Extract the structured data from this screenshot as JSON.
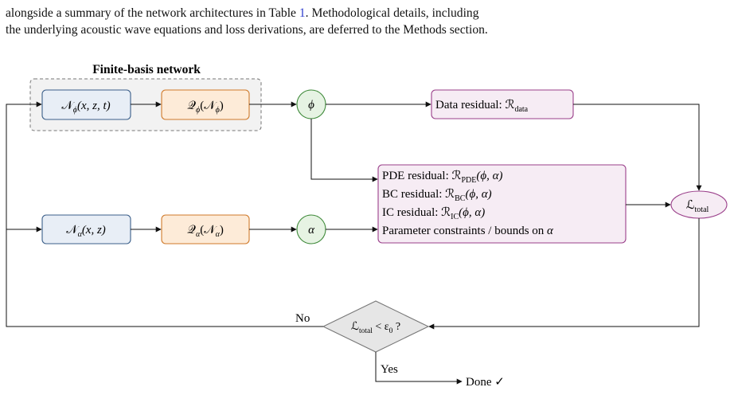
{
  "paragraph": {
    "line1_pre": "alongside a summary of the network architectures in Table ",
    "line1_ref": "1",
    "line1_post": ". Methodological details, including",
    "line2": "the underlying acoustic wave equations and loss derivations, are deferred to the Methods section."
  },
  "diagram": {
    "group_label": "Finite-basis network",
    "nodes": {
      "n_phi": "𝒩",
      "n_phi_sub": "ϕ",
      "n_phi_args": "(x, z, t)",
      "q_phi": "𝒬",
      "q_phi_sub": "ϕ",
      "q_phi_open": "(𝒩",
      "q_phi_inner_sub": "ϕ",
      "q_phi_close": ")",
      "phi": "ϕ",
      "n_alpha": "𝒩",
      "n_alpha_sub": "α",
      "n_alpha_args": "(x, z)",
      "q_alpha": "𝒬",
      "q_alpha_sub": "α",
      "q_alpha_open": "(𝒩",
      "q_alpha_inner_sub": "α",
      "q_alpha_close": ")",
      "alpha": "α",
      "loss": "ℒ",
      "loss_sub": "total"
    },
    "data_residual": {
      "label": "Data residual: ",
      "sym": "ℛ",
      "sub": "data"
    },
    "residuals": {
      "pde_label": "PDE residual: ",
      "pde_sym": "ℛ",
      "pde_sub": "PDE",
      "pde_args": "(ϕ, α)",
      "bc_label": "BC residual: ",
      "bc_sym": "ℛ",
      "bc_sub": "BC",
      "bc_args": "(ϕ, α)",
      "ic_label": "IC residual: ",
      "ic_sym": "ℛ",
      "ic_sub": "IC",
      "ic_args": "(ϕ, α)",
      "param_label": "Parameter constraints / bounds on ",
      "param_sym": "α"
    },
    "decision": {
      "sym": "ℒ",
      "sub": "total",
      "rel": " < ε",
      "eps_sub": "0",
      "q": " ?"
    },
    "no_label": "No",
    "yes_label": "Yes",
    "done_label": "Done ✓"
  },
  "colors": {
    "network_fill": "#e8eef6",
    "network_stroke": "#3b5f8a",
    "quant_fill": "#fdebd8",
    "quant_stroke": "#d07a2a",
    "var_fill": "#e6f3e3",
    "var_stroke": "#3f8a3a",
    "residual_fill": "#f6ecf4",
    "residual_stroke": "#9a3f8a",
    "group_fill": "#f2f2f2",
    "group_stroke": "#777777",
    "decision_fill": "#e6e6e6",
    "decision_stroke": "#777777",
    "link": "#2f3ecf"
  }
}
